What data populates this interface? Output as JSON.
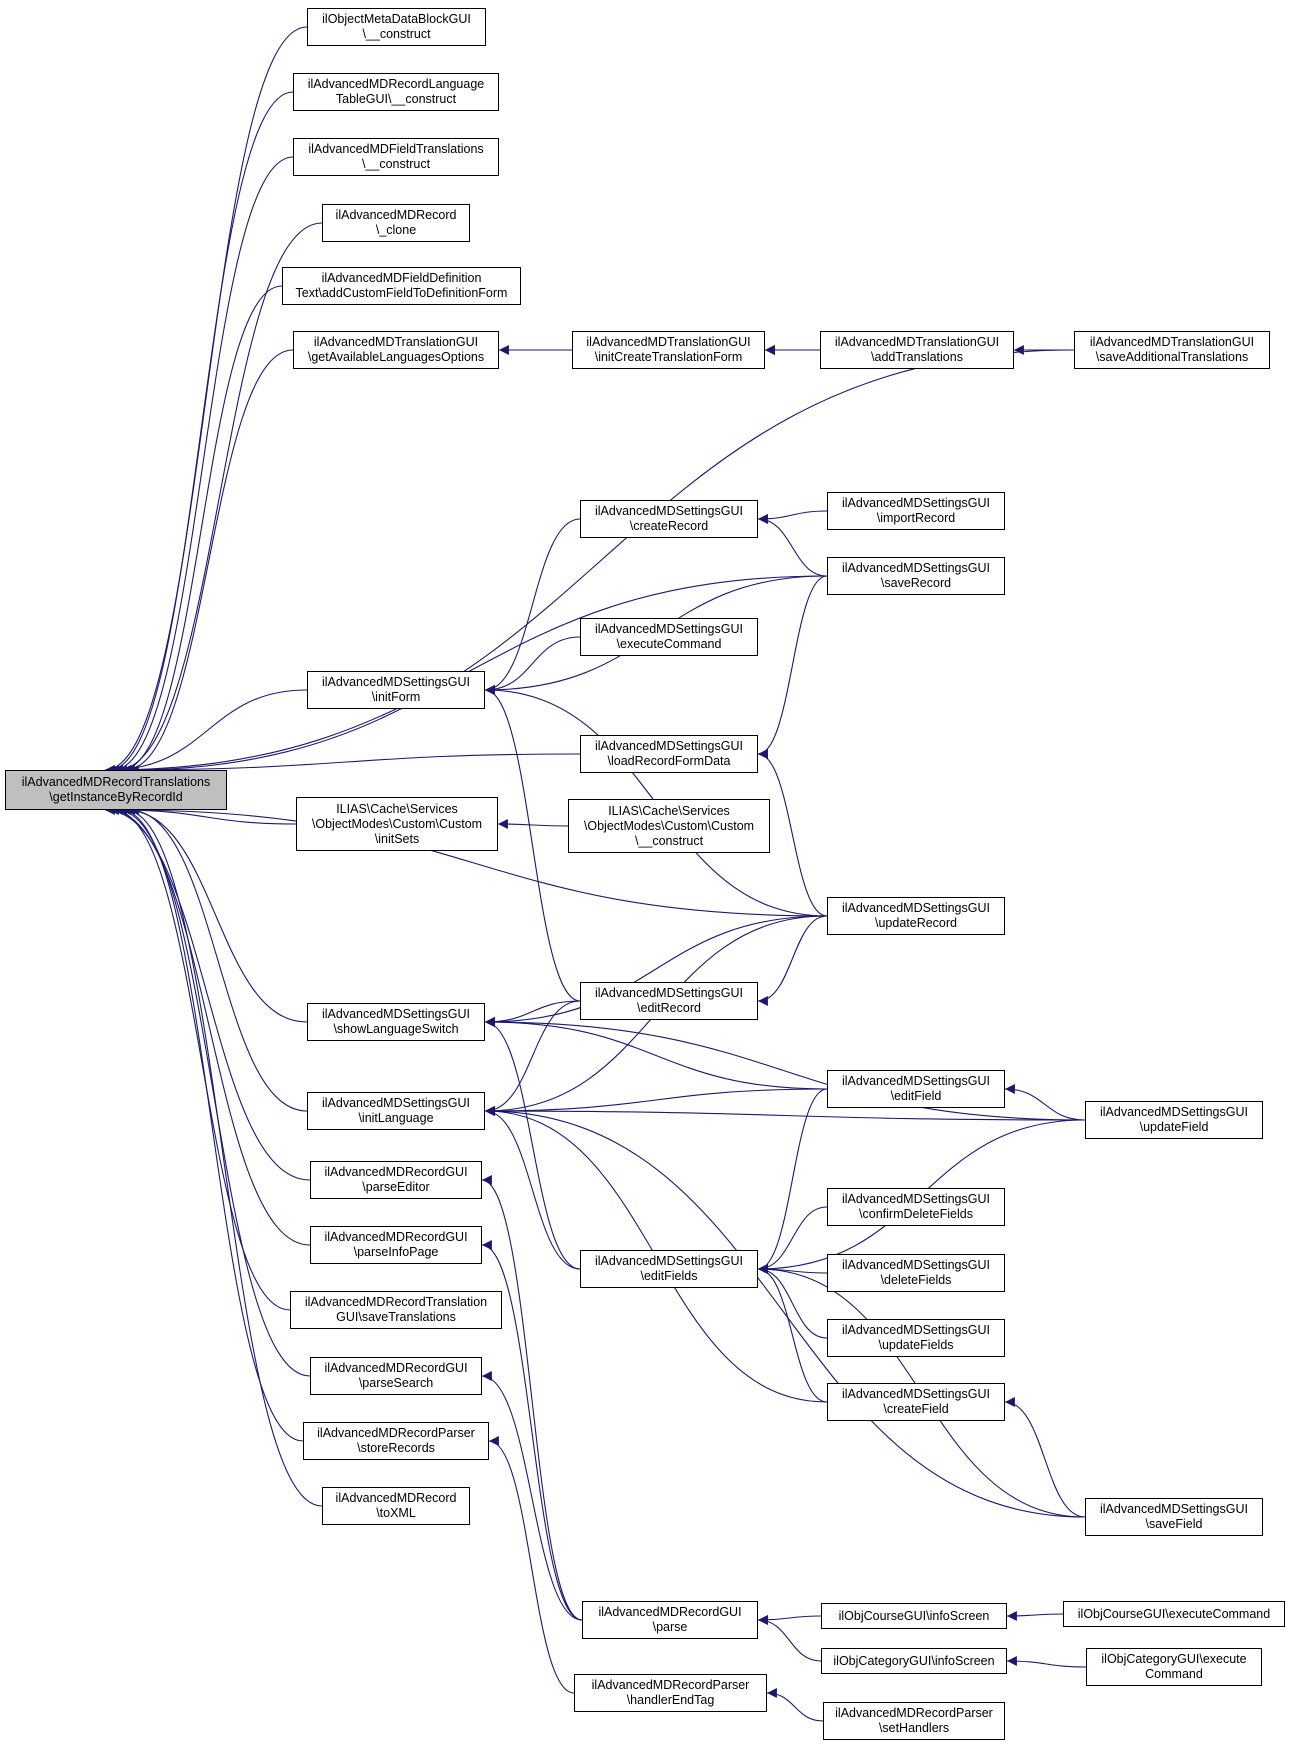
{
  "colors": {
    "edge": "#191970",
    "node_border": "#000000",
    "root_fill": "#bfbfbf",
    "node_fill": "#ffffff"
  },
  "nodes": [
    {
      "id": "root",
      "lines": [
        "ilAdvancedMDRecordTranslations",
        "\\getInstanceByRecordId"
      ],
      "root": true
    },
    {
      "id": "n1",
      "lines": [
        "ilObjectMetaDataBlockGUI",
        "\\__construct"
      ]
    },
    {
      "id": "n2",
      "lines": [
        "ilAdvancedMDRecordLanguage",
        "TableGUI\\__construct"
      ]
    },
    {
      "id": "n3",
      "lines": [
        "ilAdvancedMDFieldTranslations",
        "\\__construct"
      ]
    },
    {
      "id": "n4",
      "lines": [
        "ilAdvancedMDRecord",
        "\\_clone"
      ]
    },
    {
      "id": "n5",
      "lines": [
        "ilAdvancedMDFieldDefinition",
        "Text\\addCustomFieldToDefinitionForm"
      ]
    },
    {
      "id": "n6",
      "lines": [
        "ilAdvancedMDTranslationGUI",
        "\\getAvailableLanguagesOptions"
      ]
    },
    {
      "id": "n7",
      "lines": [
        "ilAdvancedMDTranslationGUI",
        "\\initCreateTranslationForm"
      ]
    },
    {
      "id": "n8",
      "lines": [
        "ilAdvancedMDTranslationGUI",
        "\\addTranslations"
      ]
    },
    {
      "id": "n9",
      "lines": [
        "ilAdvancedMDTranslationGUI",
        "\\saveAdditionalTranslations"
      ]
    },
    {
      "id": "n10",
      "lines": [
        "ilAdvancedMDSettingsGUI",
        "\\createRecord"
      ]
    },
    {
      "id": "n11",
      "lines": [
        "ilAdvancedMDSettingsGUI",
        "\\importRecord"
      ]
    },
    {
      "id": "n12",
      "lines": [
        "ilAdvancedMDSettingsGUI",
        "\\saveRecord"
      ]
    },
    {
      "id": "n13",
      "lines": [
        "ilAdvancedMDSettingsGUI",
        "\\executeCommand"
      ]
    },
    {
      "id": "n14",
      "lines": [
        "ilAdvancedMDSettingsGUI",
        "\\initForm"
      ]
    },
    {
      "id": "n15",
      "lines": [
        "ilAdvancedMDSettingsGUI",
        "\\loadRecordFormData"
      ]
    },
    {
      "id": "n16",
      "lines": [
        "ILIAS\\Cache\\Services",
        "\\ObjectModes\\Custom\\Custom",
        "\\initSets"
      ]
    },
    {
      "id": "n17",
      "lines": [
        "ILIAS\\Cache\\Services",
        "\\ObjectModes\\Custom\\Custom",
        "\\__construct"
      ]
    },
    {
      "id": "n18",
      "lines": [
        "ilAdvancedMDSettingsGUI",
        "\\updateRecord"
      ]
    },
    {
      "id": "n19",
      "lines": [
        "ilAdvancedMDSettingsGUI",
        "\\showLanguageSwitch"
      ]
    },
    {
      "id": "n20",
      "lines": [
        "ilAdvancedMDSettingsGUI",
        "\\editRecord"
      ]
    },
    {
      "id": "n21",
      "lines": [
        "ilAdvancedMDSettingsGUI",
        "\\initLanguage"
      ]
    },
    {
      "id": "n22",
      "lines": [
        "ilAdvancedMDSettingsGUI",
        "\\editField"
      ]
    },
    {
      "id": "n23",
      "lines": [
        "ilAdvancedMDSettingsGUI",
        "\\updateField"
      ]
    },
    {
      "id": "n24",
      "lines": [
        "ilAdvancedMDRecordGUI",
        "\\parseEditor"
      ]
    },
    {
      "id": "n25",
      "lines": [
        "ilAdvancedMDSettingsGUI",
        "\\confirmDeleteFields"
      ]
    },
    {
      "id": "n26",
      "lines": [
        "ilAdvancedMDRecordGUI",
        "\\parseInfoPage"
      ]
    },
    {
      "id": "n27",
      "lines": [
        "ilAdvancedMDSettingsGUI",
        "\\editFields"
      ]
    },
    {
      "id": "n28",
      "lines": [
        "ilAdvancedMDSettingsGUI",
        "\\deleteFields"
      ]
    },
    {
      "id": "n29",
      "lines": [
        "ilAdvancedMDRecordTranslation",
        "GUI\\saveTranslations"
      ]
    },
    {
      "id": "n30",
      "lines": [
        "ilAdvancedMDSettingsGUI",
        "\\updateFields"
      ]
    },
    {
      "id": "n31",
      "lines": [
        "ilAdvancedMDRecordGUI",
        "\\parseSearch"
      ]
    },
    {
      "id": "n32",
      "lines": [
        "ilAdvancedMDSettingsGUI",
        "\\createField"
      ]
    },
    {
      "id": "n33",
      "lines": [
        "ilAdvancedMDRecordParser",
        "\\storeRecords"
      ]
    },
    {
      "id": "n34",
      "lines": [
        "ilAdvancedMDRecord",
        "\\toXML"
      ]
    },
    {
      "id": "n35",
      "lines": [
        "ilAdvancedMDSettingsGUI",
        "\\saveField"
      ]
    },
    {
      "id": "n36",
      "lines": [
        "ilAdvancedMDRecordGUI",
        "\\parse"
      ]
    },
    {
      "id": "n37",
      "lines": [
        "ilObjCourseGUI\\infoScreen"
      ]
    },
    {
      "id": "n38",
      "lines": [
        "ilObjCourseGUI\\executeCommand"
      ]
    },
    {
      "id": "n39",
      "lines": [
        "ilObjCategoryGUI\\infoScreen"
      ]
    },
    {
      "id": "n40",
      "lines": [
        "ilObjCategoryGUI\\execute",
        "Command"
      ]
    },
    {
      "id": "n41",
      "lines": [
        "ilAdvancedMDRecordParser",
        "\\handlerEndTag"
      ]
    },
    {
      "id": "n42",
      "lines": [
        "ilAdvancedMDRecordParser",
        "\\setHandlers"
      ]
    }
  ],
  "edges": [
    [
      "n1",
      "root"
    ],
    [
      "n2",
      "root"
    ],
    [
      "n3",
      "root"
    ],
    [
      "n4",
      "root"
    ],
    [
      "n5",
      "root"
    ],
    [
      "n6",
      "root"
    ],
    [
      "n9",
      "root"
    ],
    [
      "n12",
      "root"
    ],
    [
      "n14",
      "root"
    ],
    [
      "n15",
      "root"
    ],
    [
      "n16",
      "root"
    ],
    [
      "n18",
      "root"
    ],
    [
      "n19",
      "root"
    ],
    [
      "n21",
      "root"
    ],
    [
      "n24",
      "root"
    ],
    [
      "n26",
      "root"
    ],
    [
      "n29",
      "root"
    ],
    [
      "n31",
      "root"
    ],
    [
      "n33",
      "root"
    ],
    [
      "n34",
      "root"
    ],
    [
      "n7",
      "n6"
    ],
    [
      "n8",
      "n7"
    ],
    [
      "n9",
      "n7"
    ],
    [
      "n9",
      "n8"
    ],
    [
      "n11",
      "n10"
    ],
    [
      "n12",
      "n10"
    ],
    [
      "n10",
      "n14"
    ],
    [
      "n12",
      "n14"
    ],
    [
      "n13",
      "n14"
    ],
    [
      "n18",
      "n14"
    ],
    [
      "n20",
      "n14"
    ],
    [
      "n12",
      "n15"
    ],
    [
      "n18",
      "n15"
    ],
    [
      "n17",
      "n16"
    ],
    [
      "n18",
      "n19"
    ],
    [
      "n20",
      "n19"
    ],
    [
      "n22",
      "n19"
    ],
    [
      "n23",
      "n19"
    ],
    [
      "n27",
      "n19"
    ],
    [
      "n18",
      "n20"
    ],
    [
      "n18",
      "n21"
    ],
    [
      "n20",
      "n21"
    ],
    [
      "n22",
      "n21"
    ],
    [
      "n23",
      "n21"
    ],
    [
      "n27",
      "n21"
    ],
    [
      "n32",
      "n21"
    ],
    [
      "n35",
      "n21"
    ],
    [
      "n23",
      "n22"
    ],
    [
      "n22",
      "n27"
    ],
    [
      "n23",
      "n27"
    ],
    [
      "n25",
      "n27"
    ],
    [
      "n28",
      "n27"
    ],
    [
      "n30",
      "n27"
    ],
    [
      "n32",
      "n27"
    ],
    [
      "n35",
      "n27"
    ],
    [
      "n35",
      "n32"
    ],
    [
      "n36",
      "n24"
    ],
    [
      "n36",
      "n26"
    ],
    [
      "n36",
      "n31"
    ],
    [
      "n41",
      "n33"
    ],
    [
      "n37",
      "n36"
    ],
    [
      "n39",
      "n36"
    ],
    [
      "n38",
      "n37"
    ],
    [
      "n40",
      "n39"
    ],
    [
      "n42",
      "n41"
    ]
  ]
}
